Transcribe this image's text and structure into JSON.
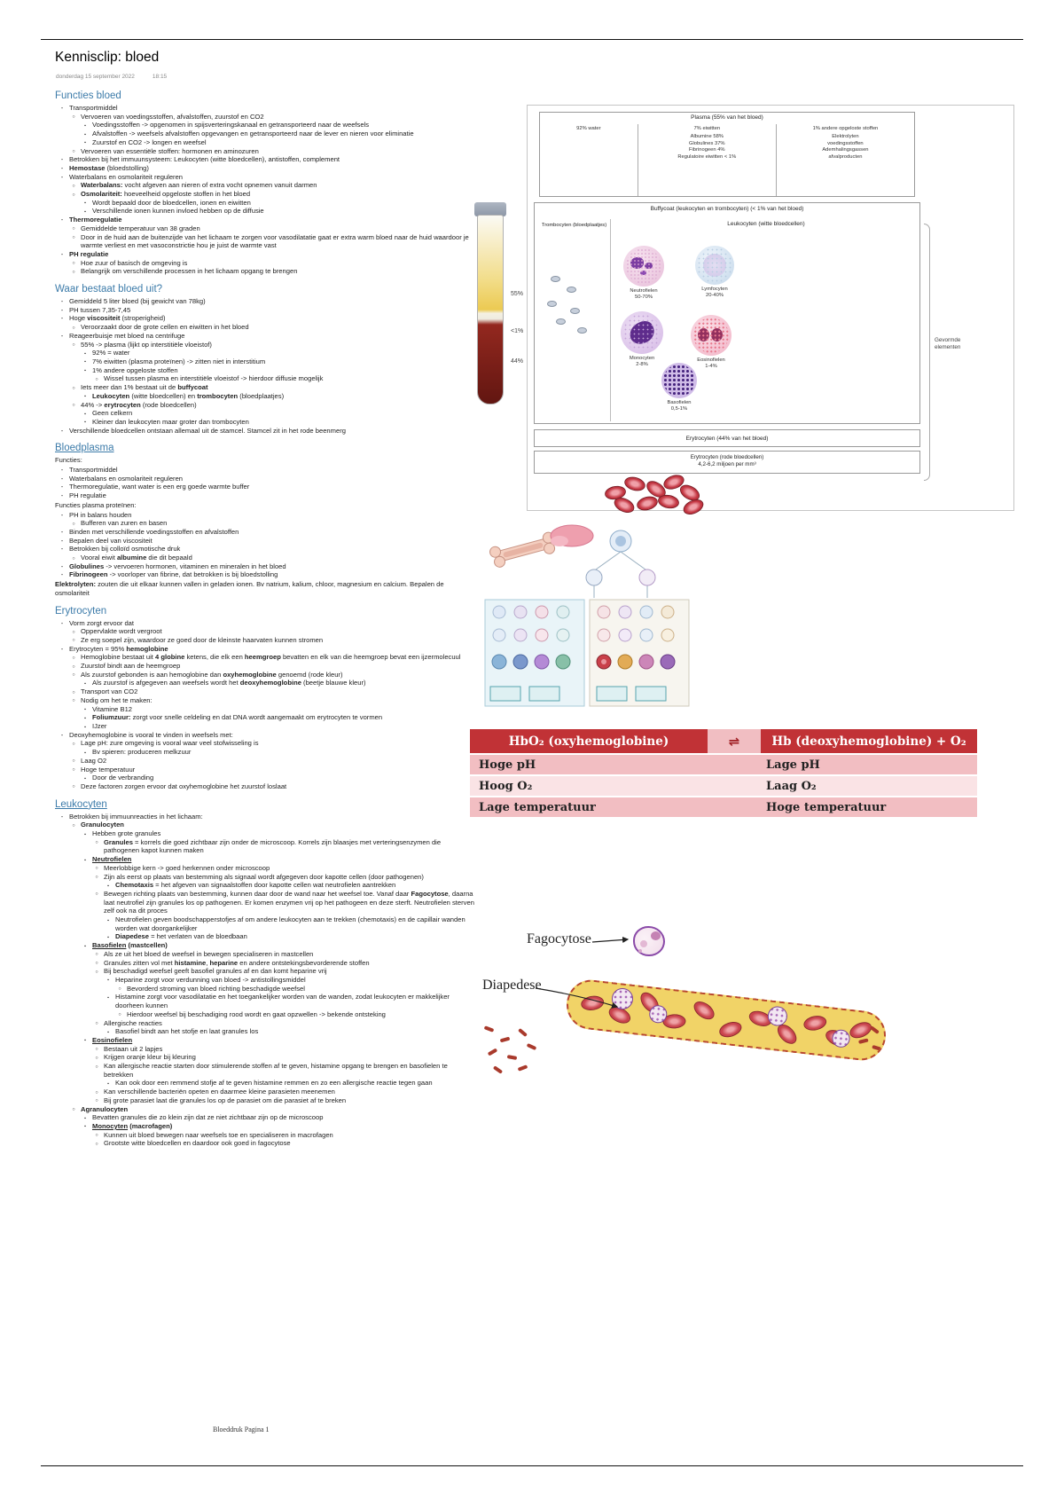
{
  "page": {
    "title": "Kennisclip: bloed",
    "date": "donderdag 15 september 2022",
    "time": "18:15",
    "footer": "Bloeddruk Pagina 1"
  },
  "colors": {
    "heading": "#3c7ba9",
    "table_header_bg": "#c13236",
    "table_row_a": "#f2bec2",
    "table_row_b": "#fae3e5"
  },
  "sections": [
    {
      "h": "Functies bloed",
      "u": false,
      "items": [
        {
          "l": 0,
          "s": [
            "Transportmiddel"
          ]
        },
        {
          "l": 1,
          "s": [
            "Vervoeren van voedingsstoffen, afvalstoffen, zuurstof en CO2"
          ]
        },
        {
          "l": 2,
          "s": [
            "Voedingsstoffen -> opgenomen in spijsverteringskanaal en getransporteerd naar de weefsels"
          ]
        },
        {
          "l": 2,
          "s": [
            "Afvalstoffen -> weefsels afvalstoffen opgevangen en getransporteerd naar de lever en nieren voor eliminatie"
          ]
        },
        {
          "l": 2,
          "s": [
            "Zuurstof en CO2 -> longen en weefsel"
          ]
        },
        {
          "l": 1,
          "s": [
            "Vervoeren van essentiële stoffen: hormonen en aminozuren"
          ]
        },
        {
          "l": 0,
          "s": [
            "Betrokken bij het immuunsysteem: Leukocyten (witte bloedcellen), antistoffen, complement"
          ]
        },
        {
          "l": 0,
          "s": [
            {
              "t": "Hemostase",
              "b": true
            },
            " (bloedstolling)"
          ]
        },
        {
          "l": 0,
          "s": [
            "Waterbalans en osmolariteit reguleren"
          ]
        },
        {
          "l": 1,
          "s": [
            {
              "t": "Waterbalans:",
              "b": true
            },
            " vocht afgeven aan nieren of extra vocht opnemen vanuit darmen"
          ]
        },
        {
          "l": 1,
          "s": [
            {
              "t": "Osmolariteit:",
              "b": true
            },
            " hoeveelheid opgeloste stoffen in het bloed"
          ]
        },
        {
          "l": 2,
          "s": [
            "Wordt bepaald door de bloedcellen, ionen en eiwitten"
          ]
        },
        {
          "l": 2,
          "s": [
            "Verschillende ionen kunnen invloed hebben op de diffusie"
          ]
        },
        {
          "l": 0,
          "s": [
            {
              "t": "Thermoregulatie",
              "b": true
            }
          ]
        },
        {
          "l": 1,
          "s": [
            "Gemiddelde temperatuur van 38 graden"
          ]
        },
        {
          "l": 1,
          "s": [
            "Door in de huid aan de buitenzijde van het lichaam te zorgen voor vasodilatatie gaat er extra warm bloed naar de huid waardoor je warmte verliest en met vasoconstrictie hou je juist de warmte vast"
          ]
        },
        {
          "l": 0,
          "s": [
            {
              "t": "PH regulatie",
              "b": true
            }
          ]
        },
        {
          "l": 1,
          "s": [
            "Hoe zuur of basisch de omgeving is"
          ]
        },
        {
          "l": 1,
          "s": [
            "Belangrijk om verschillende processen in het lichaam opgang te brengen"
          ]
        }
      ]
    },
    {
      "h": "Waar bestaat bloed uit?",
      "u": false,
      "items": [
        {
          "l": 0,
          "s": [
            "Gemiddeld 5 liter bloed (bij gewicht van 78kg)"
          ]
        },
        {
          "l": 0,
          "s": [
            "PH tussen 7,35-7,45"
          ]
        },
        {
          "l": 0,
          "s": [
            "Hoge ",
            {
              "t": "viscositeit",
              "b": true
            },
            " (stroperigheid)"
          ]
        },
        {
          "l": 1,
          "s": [
            "Veroorzaakt door de grote cellen en eiwitten in het bloed"
          ]
        },
        {
          "l": 0,
          "s": [
            "Reageerbuisje met bloed na centrifuge"
          ]
        },
        {
          "l": 1,
          "s": [
            "55% -> plasma (lijkt op interstitiële vloeistof)"
          ]
        },
        {
          "l": 2,
          "s": [
            "92% = water"
          ]
        },
        {
          "l": 2,
          "s": [
            "7% eiwitten (plasma proteïnen) -> zitten niet in interstitium"
          ]
        },
        {
          "l": 2,
          "s": [
            "1% andere opgeloste stoffen"
          ]
        },
        {
          "l": 3,
          "s": [
            "Wissel tussen plasma en interstitiële vloeistof -> hierdoor diffusie mogelijk"
          ]
        },
        {
          "l": 1,
          "s": [
            "Iets meer dan 1% bestaat uit de ",
            {
              "t": "buffycoat",
              "b": true
            }
          ]
        },
        {
          "l": 2,
          "s": [
            {
              "t": "Leukocyten",
              "b": true
            },
            " (witte bloedcellen) en ",
            {
              "t": "trombocyten",
              "b": true
            },
            " (bloedplaatjes)"
          ]
        },
        {
          "l": 1,
          "s": [
            "44% -> ",
            {
              "t": "erytrocyten",
              "b": true
            },
            " (rode bloedcellen)"
          ]
        },
        {
          "l": 2,
          "s": [
            "Geen celkern"
          ]
        },
        {
          "l": 2,
          "s": [
            "Kleiner dan leukocyten maar groter dan trombocyten"
          ]
        },
        {
          "l": 0,
          "s": [
            "Verschillende bloedcellen ontstaan allemaal uit de stamcel. Stamcel zit in het rode beenmerg"
          ]
        }
      ]
    },
    {
      "h": "Bloedplasma",
      "u": true,
      "items": [
        {
          "l": -1,
          "s": [
            "Functies:"
          ]
        },
        {
          "l": 0,
          "s": [
            "Transportmiddel"
          ]
        },
        {
          "l": 0,
          "s": [
            "Waterbalans en osmolariteit reguleren"
          ]
        },
        {
          "l": 0,
          "s": [
            "Thermoregulatie, want water is een erg goede warmte buffer"
          ]
        },
        {
          "l": 0,
          "s": [
            "PH regulatie"
          ]
        },
        {
          "l": -1,
          "s": [
            "Functies plasma proteïnen:"
          ]
        },
        {
          "l": 0,
          "s": [
            "PH in balans houden"
          ]
        },
        {
          "l": 1,
          "s": [
            "Bufferen van zuren en basen"
          ]
        },
        {
          "l": 0,
          "s": [
            "Binden met verschillende voedingsstoffen en afvalstoffen"
          ]
        },
        {
          "l": 0,
          "s": [
            "Bepalen deel van viscositeit"
          ]
        },
        {
          "l": 0,
          "s": [
            "Betrokken bij colloïd osmotische druk"
          ]
        },
        {
          "l": 1,
          "s": [
            "Vooral eiwit ",
            {
              "t": "albumine",
              "b": true
            },
            " die dit bepaald"
          ]
        },
        {
          "l": 0,
          "s": [
            {
              "t": "Globulines",
              "b": true
            },
            " -> vervoeren hormonen, vitaminen en mineralen in het bloed"
          ]
        },
        {
          "l": 0,
          "s": [
            {
              "t": "Fibrinogeen",
              "b": true
            },
            " -> voorloper van fibrine, dat betrokken is bij bloedstolling"
          ]
        },
        {
          "l": -1,
          "s": [
            {
              "t": "Elektrolyten:",
              "b": true
            },
            " zouten die uit elkaar kunnen vallen in geladen ionen. Bv natrium, kalium, chloor, magnesium en calcium. Bepalen de osmolariteit"
          ]
        }
      ]
    },
    {
      "h": "Erytrocyten",
      "u": false,
      "items": [
        {
          "l": 0,
          "s": [
            "Vorm zorgt ervoor dat"
          ]
        },
        {
          "l": 1,
          "s": [
            "Oppervlakte wordt vergroot"
          ]
        },
        {
          "l": 1,
          "s": [
            "Ze erg soepel zijn, waardoor ze goed door de kleinste haarvaten kunnen stromen"
          ]
        },
        {
          "l": 0,
          "s": [
            "Erytrocyten = 95% ",
            {
              "t": "hemoglobine",
              "b": true
            }
          ]
        },
        {
          "l": 1,
          "s": [
            "Hemoglobine bestaat uit ",
            {
              "t": "4 globine",
              "b": true
            },
            " ketens, die elk een ",
            {
              "t": "heemgroep",
              "b": true
            },
            " bevatten en elk van die heemgroep bevat een ijzermolecuul"
          ]
        },
        {
          "l": 1,
          "s": [
            "Zuurstof bindt aan de heemgroep"
          ]
        },
        {
          "l": 1,
          "s": [
            "Als zuurstof gebonden is aan hemoglobine dan ",
            {
              "t": "oxyhemoglobine",
              "b": true
            },
            " genoemd (rode kleur)"
          ]
        },
        {
          "l": 2,
          "s": [
            "Als zuurstof is afgegeven aan weefsels wordt het ",
            {
              "t": "deoxyhemoglobine",
              "b": true
            },
            " (beetje blauwe kleur)"
          ]
        },
        {
          "l": 1,
          "s": [
            "Transport van CO2"
          ]
        },
        {
          "l": 1,
          "s": [
            "Nodig om het te maken:"
          ]
        },
        {
          "l": 2,
          "s": [
            "Vitamine B12"
          ]
        },
        {
          "l": 2,
          "s": [
            {
              "t": "Foliumzuur:",
              "b": true
            },
            " zorgt voor snelle celdeling en dat DNA wordt aangemaakt om erytrocyten te vormen"
          ]
        },
        {
          "l": 2,
          "s": [
            "IJzer"
          ]
        },
        {
          "l": 0,
          "s": [
            "Deoxyhemoglobine is vooral te vinden in weefsels met:"
          ]
        },
        {
          "l": 1,
          "s": [
            "Lage pH: zure omgeving is vooral waar veel stofwisseling is"
          ]
        },
        {
          "l": 2,
          "s": [
            "Bv spieren: produceren melkzuur"
          ]
        },
        {
          "l": 1,
          "s": [
            "Laag O2"
          ]
        },
        {
          "l": 1,
          "s": [
            "Hoge temperatuur"
          ]
        },
        {
          "l": 2,
          "s": [
            "Door de verbranding"
          ]
        },
        {
          "l": 1,
          "s": [
            "Deze factoren zorgen ervoor dat oxyhemoglobine het zuurstof loslaat"
          ]
        }
      ]
    },
    {
      "h": "Leukocyten",
      "u": true,
      "items": [
        {
          "l": 0,
          "s": [
            "Betrokken bij immuunreacties in het lichaam:"
          ]
        },
        {
          "l": 1,
          "s": [
            {
              "t": "Granulocyten",
              "b": true
            }
          ]
        },
        {
          "l": 2,
          "s": [
            "Hebben grote granules"
          ]
        },
        {
          "l": 3,
          "s": [
            {
              "t": "Granules",
              "b": true
            },
            " = korrels die goed zichtbaar zijn onder de microscoop. Korrels zijn blaasjes met verteringsenzymen die pathogenen kapot kunnen maken"
          ]
        },
        {
          "l": 2,
          "s": [
            {
              "t": "Neutrofielen",
              "b": true,
              "u": true
            }
          ]
        },
        {
          "l": 3,
          "s": [
            "Meerlobbige kern -> goed herkennen onder microscoop"
          ]
        },
        {
          "l": 3,
          "s": [
            "Zijn als eerst op plaats van bestemming als signaal wordt afgegeven door kapotte cellen (door pathogenen)"
          ]
        },
        {
          "l": 4,
          "s": [
            {
              "t": "Chemotaxis",
              "b": true
            },
            " = het afgeven van signaalstoffen door kapotte cellen wat neutrofielen aantrekken"
          ]
        },
        {
          "l": 3,
          "s": [
            "Bewegen richting plaats van bestemming, kunnen daar door de wand naar het weefsel toe. Vanaf daar ",
            {
              "t": "Fagocytose",
              "b": true
            },
            ", daarna laat neutrofiel zijn granules los op pathogenen. Er komen enzymen vrij op het pathogeen en deze sterft. Neutrofielen sterven zelf ook na dit proces"
          ]
        },
        {
          "l": 4,
          "s": [
            "Neutrofielen geven boodschapperstofjes af om andere leukocyten aan te trekken (chemotaxis) en de capillair wanden worden wat doorgankelijker"
          ]
        },
        {
          "l": 4,
          "s": [
            {
              "t": "Diapedese",
              "b": true
            },
            " = het verlaten van de bloedbaan"
          ]
        },
        {
          "l": 2,
          "s": [
            {
              "t": "Basofielen",
              "b": true,
              "u": true
            },
            {
              "t": " (mastcellen)",
              "b": true
            }
          ]
        },
        {
          "l": 3,
          "s": [
            "Als ze uit het bloed de weefsel in bewegen specialiseren in mastcellen"
          ]
        },
        {
          "l": 3,
          "s": [
            "Granules zitten vol met ",
            {
              "t": "histamine",
              "b": true
            },
            ", ",
            {
              "t": "heparine",
              "b": true
            },
            " en andere ontstekingsbevorderende stoffen"
          ]
        },
        {
          "l": 3,
          "s": [
            "Bij beschadigd weefsel geeft basofiel granules af en dan komt heparine vrij"
          ]
        },
        {
          "l": 4,
          "s": [
            "Heparine zorgt voor verdunning van bloed -> antistollingsmiddel"
          ]
        },
        {
          "l": 5,
          "s": [
            "Bevorderd stroming van bloed richting beschadigde weefsel"
          ]
        },
        {
          "l": 4,
          "s": [
            "Histamine zorgt voor vasodilatatie en het toegankelijker worden van de wanden, zodat leukocyten er makkelijker doorheen kunnen"
          ]
        },
        {
          "l": 5,
          "s": [
            "Hierdoor weefsel bij beschadiging rood wordt en gaat opzwellen -> bekende ontsteking"
          ]
        },
        {
          "l": 3,
          "s": [
            "Allergische reacties"
          ]
        },
        {
          "l": 4,
          "s": [
            "Basofiel bindt aan het stofje en laat granules los"
          ]
        },
        {
          "l": 2,
          "s": [
            {
              "t": "Eosinofielen",
              "b": true,
              "u": true
            }
          ]
        },
        {
          "l": 3,
          "s": [
            "Bestaan uit 2 lapjes"
          ]
        },
        {
          "l": 3,
          "s": [
            "Krijgen oranje kleur bij kleuring"
          ]
        },
        {
          "l": 3,
          "s": [
            "Kan allergische reactie starten door stimulerende stoffen af te geven, histamine opgang te brengen en basofielen te betrekken"
          ]
        },
        {
          "l": 4,
          "s": [
            "Kan ook door een remmend stofje af te geven histamine remmen en zo een allergische reactie tegen gaan"
          ]
        },
        {
          "l": 3,
          "s": [
            "Kan verschillende bacteriën opeten en daarmee kleine parasieten meenemen"
          ]
        },
        {
          "l": 3,
          "s": [
            "Bij grote parasiet laat die granules los op de parasiet om die parasiet af te breken"
          ]
        },
        {
          "l": 1,
          "s": [
            {
              "t": "Agranulocyten",
              "b": true
            }
          ]
        },
        {
          "l": 2,
          "s": [
            "Bevatten granules die zo klein zijn dat ze niet zichtbaar zijn op de microscoop"
          ]
        },
        {
          "l": 2,
          "s": [
            {
              "t": "Monocyten",
              "b": true,
              "u": true
            },
            {
              "t": " (macrofagen)",
              "b": true
            }
          ]
        },
        {
          "l": 3,
          "s": [
            "Kunnen uit bloed bewegen naar weefsels toe en specialiseren in macrofagen"
          ]
        },
        {
          "l": 3,
          "s": [
            "Grootste witte bloedcellen en daardoor ook goed in fagocytose"
          ]
        }
      ]
    }
  ],
  "blood_diagram": {
    "plasma_title": "Plasma (55% van het bloed)",
    "col_water": "92% water",
    "col_eiwitten": "7% eiwitten",
    "eiwitten_items": [
      "Albumine 58%",
      "Globulines 37%",
      "Fibrinogeen 4%",
      "Regulatoire eiwitten < 1%"
    ],
    "col_andere": "1% andere opgeloste stoffen",
    "andere_items": [
      "Elektrolyten",
      "voedingsstoffen",
      "Ademhalingsgassen",
      "afvalproducten"
    ],
    "buffycoat_title": "Buffycoat (leukocyten en trombocyten) (< 1% van het bloed)",
    "trombocyten_label": "Trombocyten (bloedplaatjes)",
    "leukocyten_label": "Leukocyten (witte bloedcellen)",
    "cells": [
      {
        "name": "Neutrofielen",
        "pct": "50-70%"
      },
      {
        "name": "Lymfocyten",
        "pct": "20-40%"
      },
      {
        "name": "Monocyten",
        "pct": "2-8%"
      },
      {
        "name": "Eosinofielen",
        "pct": "1-4%"
      },
      {
        "name": "Basofielen",
        "pct": "0,5-1%"
      }
    ],
    "gevormde_label": "Gevormde elementen",
    "ery_title": "Erytrocyten (44% van het bloed)",
    "ery_sub": "Erytrocyten (rode bloedcellen)",
    "ery_count": "4,2-6,2 miljoen per mm³",
    "tube_labels": [
      "55%",
      "<1%",
      "44%"
    ]
  },
  "hb_table": {
    "header_left": "HbO₂ (oxyhemoglobine)",
    "header_mid": "⇌",
    "header_right": "Hb (deoxyhemoglobine) + O₂",
    "rows": [
      [
        "Hoge pH",
        "Lage pH"
      ],
      [
        "Hoog O₂",
        "Laag O₂"
      ],
      [
        "Lage temperatuur",
        "Hoge temperatuur"
      ]
    ]
  },
  "illustration": {
    "label_fagocytose": "Fagocytose",
    "label_diapedese": "Diapedese"
  }
}
